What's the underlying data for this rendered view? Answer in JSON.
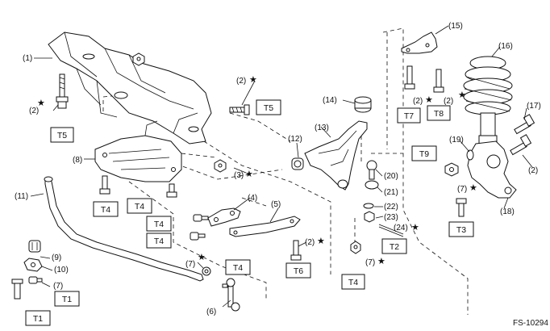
{
  "figure_id": "FS-10294",
  "callouts": [
    {
      "id": "c1",
      "text": "(1)"
    },
    {
      "id": "c2a",
      "text": "(2)"
    },
    {
      "id": "c2b",
      "text": "(2)"
    },
    {
      "id": "c2c",
      "text": "(2)"
    },
    {
      "id": "c2d",
      "text": "(2)"
    },
    {
      "id": "c2e",
      "text": "(2)"
    },
    {
      "id": "c2f",
      "text": "(2)"
    },
    {
      "id": "c3",
      "text": "(3)"
    },
    {
      "id": "c4",
      "text": "(4)"
    },
    {
      "id": "c5",
      "text": "(5)"
    },
    {
      "id": "c6",
      "text": "(6)"
    },
    {
      "id": "c7a",
      "text": "(7)"
    },
    {
      "id": "c7b",
      "text": "(7)"
    },
    {
      "id": "c7c",
      "text": "(7)"
    },
    {
      "id": "c7d",
      "text": "(7)"
    },
    {
      "id": "c8",
      "text": "(8)"
    },
    {
      "id": "c9",
      "text": "(9)"
    },
    {
      "id": "c10",
      "text": "(10)"
    },
    {
      "id": "c11",
      "text": "(11)"
    },
    {
      "id": "c12",
      "text": "(12)"
    },
    {
      "id": "c13",
      "text": "(13)"
    },
    {
      "id": "c14",
      "text": "(14)"
    },
    {
      "id": "c15",
      "text": "(15)"
    },
    {
      "id": "c16",
      "text": "(16)"
    },
    {
      "id": "c17",
      "text": "(17)"
    },
    {
      "id": "c18",
      "text": "(18)"
    },
    {
      "id": "c19",
      "text": "(19)"
    },
    {
      "id": "c20",
      "text": "(20)"
    },
    {
      "id": "c21",
      "text": "(21)"
    },
    {
      "id": "c22",
      "text": "(22)"
    },
    {
      "id": "c23",
      "text": "(23)"
    },
    {
      "id": "c24",
      "text": "(24)"
    }
  ],
  "star_symbol": "★",
  "torque_labels": [
    {
      "id": "t5a",
      "text": "T5"
    },
    {
      "id": "t5b",
      "text": "T5"
    },
    {
      "id": "t4a",
      "text": "T4"
    },
    {
      "id": "t4b",
      "text": "T4"
    },
    {
      "id": "t4c",
      "text": "T4"
    },
    {
      "id": "t4d",
      "text": "T4"
    },
    {
      "id": "t4e",
      "text": "T4"
    },
    {
      "id": "t4f",
      "text": "T4"
    },
    {
      "id": "t1a",
      "text": "T1"
    },
    {
      "id": "t1b",
      "text": "T1"
    },
    {
      "id": "t6",
      "text": "T6"
    },
    {
      "id": "t2",
      "text": "T2"
    },
    {
      "id": "t7",
      "text": "T7"
    },
    {
      "id": "t8",
      "text": "T8"
    },
    {
      "id": "t9",
      "text": "T9"
    },
    {
      "id": "t3",
      "text": "T3"
    }
  ]
}
